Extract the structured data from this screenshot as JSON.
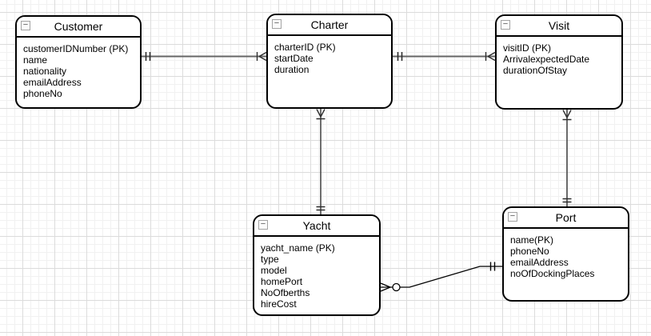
{
  "diagram": {
    "kind": "entity-relationship-diagram",
    "entities": {
      "customer": {
        "title": "Customer",
        "attributes": [
          "customerIDNumber (PK)",
          "name",
          "nationality",
          "emailAddress",
          "phoneNo"
        ]
      },
      "charter": {
        "title": "Charter",
        "attributes": [
          "charterID (PK)",
          "startDate",
          "duration"
        ]
      },
      "visit": {
        "title": "Visit",
        "attributes": [
          "visitID (PK)",
          "ArrivalexpectedDate",
          "durationOfStay"
        ]
      },
      "yacht": {
        "title": "Yacht",
        "attributes": [
          "yacht_name (PK)",
          "type",
          "model",
          "homePort",
          "NoOfberths",
          "hireCost"
        ]
      },
      "port": {
        "title": "Port",
        "attributes": [
          "name(PK)",
          "phoneNo",
          "emailAddress",
          "noOfDockingPlaces"
        ]
      }
    },
    "relationships": [
      {
        "from_entity": "Customer",
        "to_entity": "Charter",
        "from_marker": "one-and-only-one",
        "to_marker": "one-or-many"
      },
      {
        "from_entity": "Charter",
        "to_entity": "Visit",
        "from_marker": "one-and-only-one",
        "to_marker": "one-or-many"
      },
      {
        "from_entity": "Yacht",
        "to_entity": "Charter",
        "from_marker": "one-and-only-one",
        "to_marker": "one-or-many"
      },
      {
        "from_entity": "Port",
        "to_entity": "Visit",
        "from_marker": "one-and-only-one",
        "to_marker": "one-or-many"
      },
      {
        "from_entity": "Port",
        "to_entity": "Yacht",
        "from_marker": "one-and-only-one",
        "to_marker": "zero-or-many"
      }
    ],
    "colors": {
      "background": "#ffffff",
      "grid_minor": "#f1f1f1",
      "grid_major": "#dcdcdc",
      "entity_border": "#000000",
      "entity_fill": "#ffffff",
      "text": "#000000",
      "connector": "#666666"
    }
  },
  "icons": {
    "collapse_glyph": "−"
  }
}
